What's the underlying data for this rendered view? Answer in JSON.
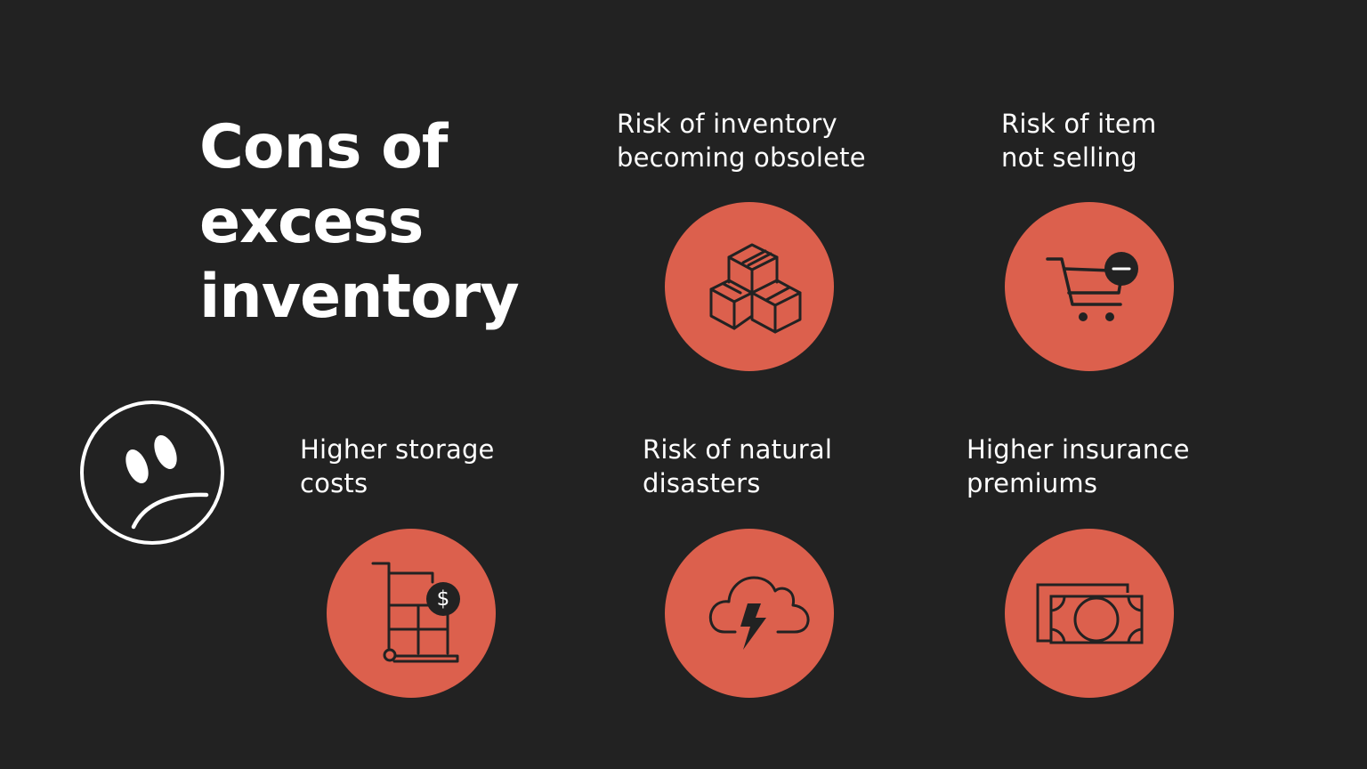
{
  "title": {
    "lines": [
      "Cons of",
      "excess",
      "inventory"
    ]
  },
  "colors": {
    "background": "#222222",
    "accent": "#dc604d",
    "icon_stroke": "#222222",
    "text": "#ffffff"
  },
  "decoration": {
    "icon": "sad-face-icon"
  },
  "items": [
    {
      "label_lines": [
        "Risk of inventory",
        "becoming obsolete"
      ],
      "icon": "stacked-boxes-icon"
    },
    {
      "label_lines": [
        "Risk of item",
        "not selling"
      ],
      "icon": "cart-minus-icon"
    },
    {
      "label_lines": [
        "Higher storage",
        "costs"
      ],
      "icon": "hand-truck-dollar-icon",
      "badge": "$"
    },
    {
      "label_lines": [
        "Risk of natural",
        "disasters"
      ],
      "icon": "storm-cloud-icon"
    },
    {
      "label_lines": [
        "Higher insurance",
        "premiums"
      ],
      "icon": "banknotes-icon"
    }
  ]
}
